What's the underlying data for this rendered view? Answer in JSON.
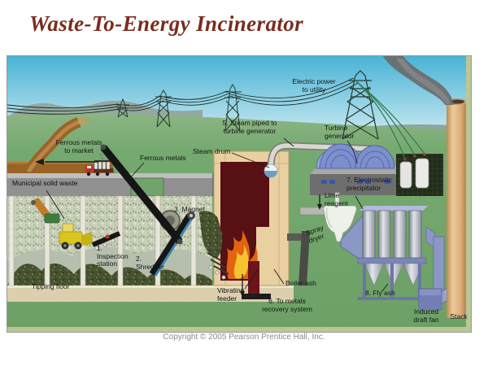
{
  "title": "Waste-To-Energy Incinerator",
  "copyright": "Copyright © 2005 Pearson Prentice Hall, Inc.",
  "labels": {
    "electric_power": "Electric power\nto utility",
    "ferrous_to_market": "Ferrous metals\nto market",
    "ferrous_metals": "Ferrous metals",
    "municipal_solid_waste": "Municipal solid waste",
    "steam_drum": "Steam drum",
    "steam_piped": "5. Steam piped to\nturbine generator",
    "turbine_generator": "Turbine\ngenerator",
    "magnet": "3. Magnet",
    "inspection_station": "1.\nInspection\nstation",
    "shredder": "2.\nShredder",
    "tipping_floor": "Tipping floor",
    "vibrating_feeder": "Vibrating\nfeeder",
    "metals_recovery": "6. To metals\nrecovery system",
    "boiler_ash": "Boiler ash",
    "lime_reagent": "Lime\nreagent",
    "spray_dryer": "Spray\ndryer",
    "electrostatic_precipitator": "7. Electrostatic\nprecipitator",
    "fly_ash": "8. Fly ash",
    "induced_draft_fan": "Induced\ndraft fan",
    "stack": "Stack"
  },
  "colors": {
    "title_maroon": "#7a2c1e",
    "sky_blue": "#49b3d6",
    "grass_green": "#6fa46b",
    "road_brown": "#9a6426",
    "boiler_tan": "#e9d0a0",
    "furnace_red": "#571013",
    "turbine_blue": "#7d90cc",
    "precipitator_blue": "#98a2cc",
    "stack_tan": "#ddb07a",
    "copyright_gray": "#8b8b8b"
  }
}
